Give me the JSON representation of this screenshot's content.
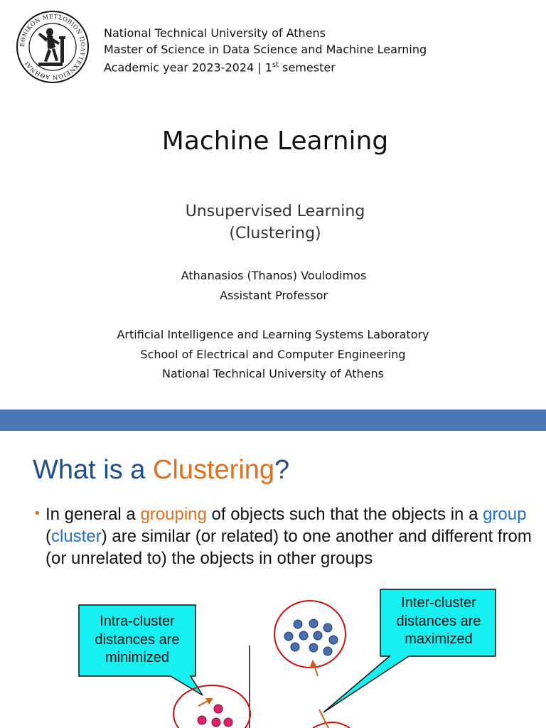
{
  "header": {
    "institution": "National Technical University of Athens",
    "program": "Master of Science in Data Science and Machine Learning",
    "year_prefix": "Academic year 2023-2024 | 1",
    "year_sup": "st",
    "year_suffix": " semester"
  },
  "seal": {
    "ring_text": "ΕΘΝΙΚΟΝ ΜΕΤΣΟΒΙΟΝ ΠΟΛΥΤΕΧΝΕΙΟΝ ΑΘΗΝΑΙ"
  },
  "title": "Machine Learning",
  "subtitle": {
    "line1": "Unsupervised Learning",
    "line2": "(Clustering)"
  },
  "author": {
    "name": "Athanasios (Thanos) Voulodimos",
    "role": "Assistant Professor"
  },
  "lab": {
    "line1": "Artificial Intelligence and Learning Systems Laboratory",
    "line2": "School of Electrical and Computer Engineering",
    "line3": "National Technical University of Athens"
  },
  "slide2": {
    "question_pre": "What is a ",
    "question_highlight": "Clustering",
    "question_post": "?",
    "bullet_marker": "•",
    "para": {
      "t1": "In general a ",
      "t2": "grouping",
      "t3": " of objects such that the objects in a ",
      "t4": "group",
      "t5": " (",
      "t6": "cluster",
      "t7": ") are similar (or related) to one another and different from (or unrelated to) the objects in other groups"
    },
    "callout_intra": {
      "line1": "Intra-cluster",
      "line2": "distances are",
      "line3": "minimized"
    },
    "callout_inter": {
      "line1": "Inter-cluster",
      "line2": "distances are",
      "line3": "maximized"
    }
  },
  "colors": {
    "divider_blue": "#4a78b4",
    "heading_blue": "#1f4e8c",
    "accent_orange": "#e0701f",
    "link_blue": "#1f6fd0",
    "callout_cyan": "#17f0f0",
    "cluster_red": "#cc1111",
    "point_pink": "#e0206a",
    "point_blue": "#4a6fb0"
  }
}
